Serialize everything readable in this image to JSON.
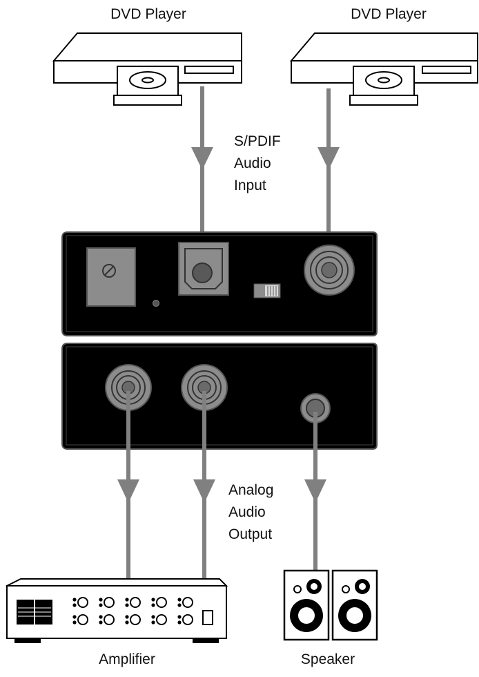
{
  "devices": {
    "dvd_player_left": "DVD Player",
    "dvd_player_right": "DVD Player",
    "amplifier": "Amplifier",
    "speaker": "Speaker"
  },
  "annotations": {
    "input_line1": "S/PDIF",
    "input_line2": "Audio",
    "input_line3": "Input",
    "output_line1": "Analog",
    "output_line2": "Audio",
    "output_line3": "Output"
  },
  "colors": {
    "cable": "#808080",
    "unit_body": "#000000",
    "port": "#8c8c8c",
    "outline": "#000000"
  }
}
